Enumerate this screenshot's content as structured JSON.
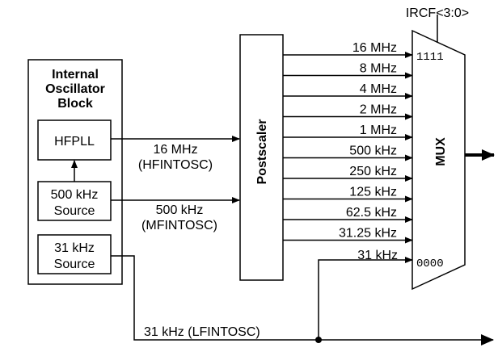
{
  "block": {
    "title_lines": [
      "Internal",
      "Oscillator",
      "Block"
    ]
  },
  "hfpll": {
    "label": "HFPLL"
  },
  "source_500k": {
    "line1": "500 kHz",
    "line2": "Source"
  },
  "source_31k": {
    "line1": "31 kHz",
    "line2": "Source"
  },
  "hfintosc": {
    "freq": "16 MHz",
    "name": "(HFINTOSC)"
  },
  "mfintosc": {
    "freq": "500 kHz",
    "name": "(MFINTOSC)"
  },
  "lfintosc": {
    "label": "31 kHz (LFINTOSC)"
  },
  "postscaler": {
    "label": "Postscaler"
  },
  "outputs": [
    "16 MHz",
    "8 MHz",
    "4 MHz",
    "2 MHz",
    "1 MHz",
    "500 kHz",
    "250 kHz",
    "125 kHz",
    "62.5 kHz",
    "31.25 kHz"
  ],
  "mux": {
    "label": "MUX",
    "select": "IRCF<3:0>",
    "code_top": "1111",
    "code_bottom": "0000",
    "lf_input": "31 kHz"
  }
}
